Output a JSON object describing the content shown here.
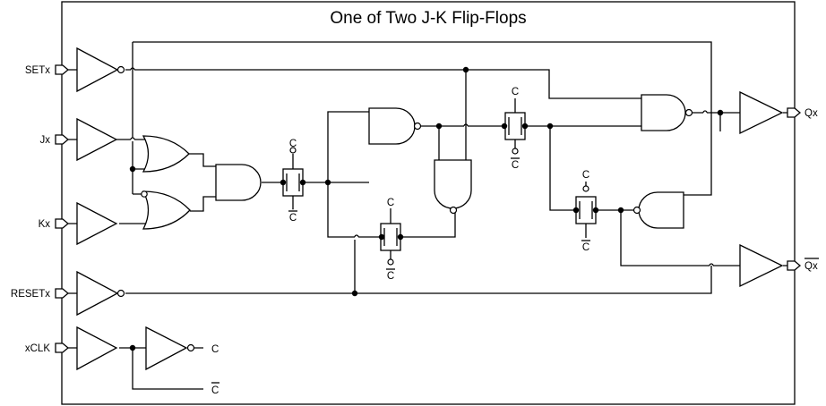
{
  "title": "One of Two J-K Flip-Flops",
  "pins": {
    "set": "SETx",
    "j": "Jx",
    "k": "Kx",
    "reset": "RESETx",
    "clk": "xCLK",
    "q": "Qx",
    "qbar": "Qx"
  },
  "clock_labels": {
    "c": "C",
    "cbar": "C"
  }
}
